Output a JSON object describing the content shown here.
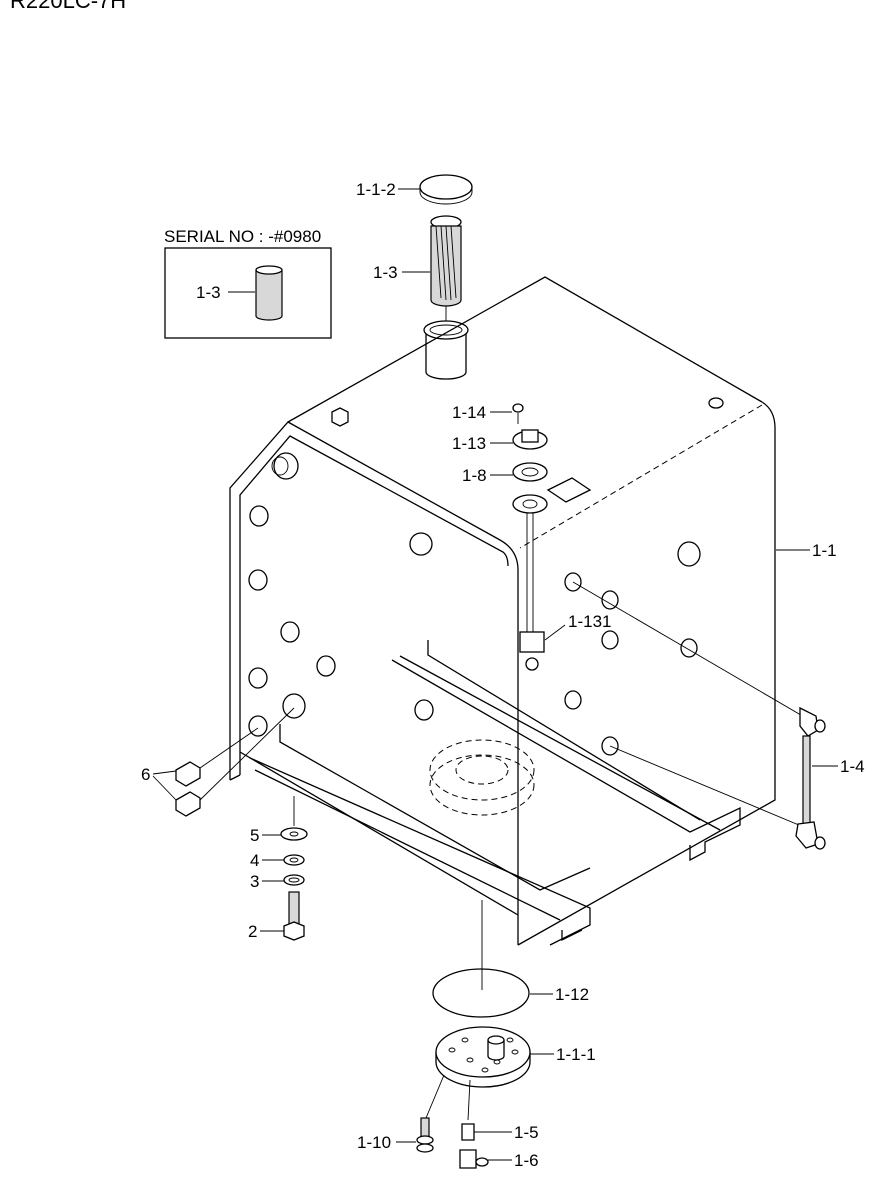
{
  "model": "R220LC-7H",
  "serial_box": {
    "title": "SERIAL NO : -#0980",
    "part_label": "1-3"
  },
  "labels": {
    "p_1_1_2": "1-1-2",
    "p_1_3": "1-3",
    "p_1_14": "1-14",
    "p_1_13": "1-13",
    "p_1_8": "1-8",
    "p_1_1": "1-1",
    "p_1_131": "1-131",
    "p_1_4": "1-4",
    "p_6": "6",
    "p_5": "5",
    "p_4": "4",
    "p_3": "3",
    "p_2": "2",
    "p_1_12": "1-12",
    "p_1_1_1": "1-1-1",
    "p_1_10": "1-10",
    "p_1_5": "1-5",
    "p_1_6": "1-6"
  }
}
